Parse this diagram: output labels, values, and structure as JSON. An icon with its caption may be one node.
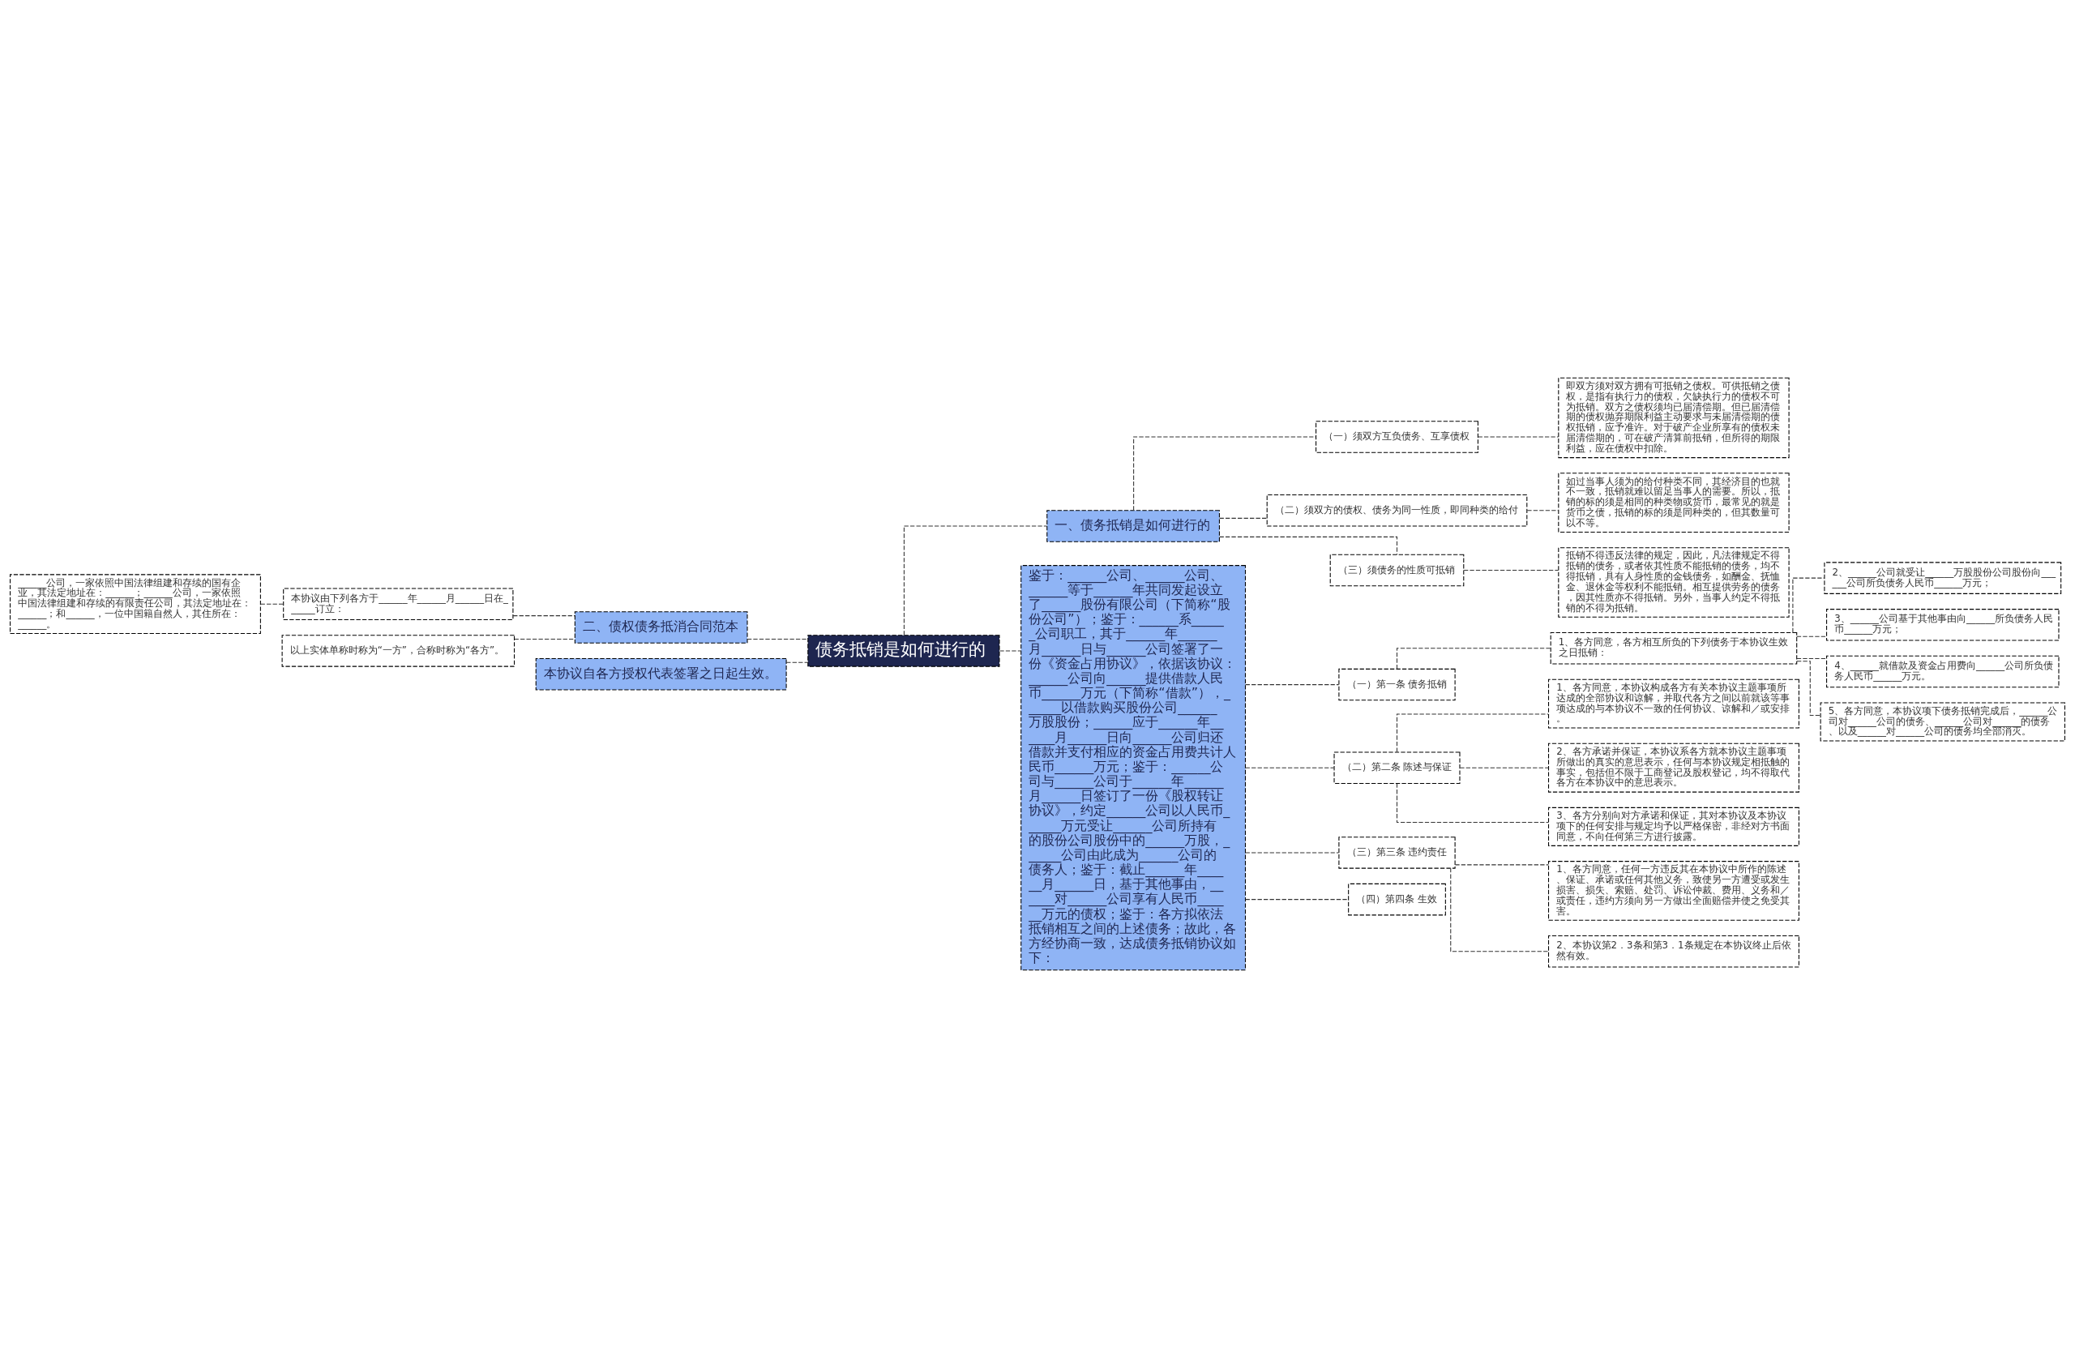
{
  "diagram": {
    "nodes": [
      {
        "text": [
          "债务抵销是如何进行的"
        ]
      },
      {
        "text": [
          "一、债务抵销是如何进行的"
        ]
      },
      {
        "text": [
          "（一）须双方互负债务、互享债权"
        ]
      },
      {
        "text": [
          "即双方须对双方拥有可抵销之债权。可供抵销之债权，是指有执行力的债权，欠缺执行力的债权不可为抵销。双方之债权须均已届清偿期。但已届清偿期的债权抛弃期限利益主动要求与未届清偿期的债权抵销，应予准许。对于破产企业所享有的债权未届清偿期的，可在破产清算前抵销，但所得的期限利益，应在债权中扣除。"
        ]
      },
      {
        "text": [
          "（二）须双方的债权、债务为同一性质，即同种类的给付"
        ]
      },
      {
        "text": [
          "如过当事人须为的给付种类不同，其经济目的也就不一致，抵销就难以留足当事人的需要。所以，抵销的标的须是相同的种类物或货币，最常见的就是货币之债，抵销的标的须是同种类的，但其数量可以不等。"
        ]
      },
      {
        "text": [
          "（三）须债务的性质可抵销"
        ]
      },
      {
        "text": [
          "抵销不得违反法律的规定，因此，凡法律规定不得抵销的债务，或者依其性质不能抵销的债务，均不得抵销，具有人身性质的金钱债务，如酬金、抚恤金、退休金等权利不能抵销。相互提供劳务的债务，因其性质亦不得抵销。另外，当事人约定不得抵销的不得为抵销。"
        ]
      },
      {
        "text": [
          "鉴于：______公司、______公司、______等于______年共同发起设立了______股份有限公司（下简称“股份公司”）；鉴于：______系______公司职工，其于______年______月______日与______公司签署了一份《资金占用协议》，依据该协议：______公司向______提供借款人民币______万元（下简称“借款”），______以借款购买股份公司______万股股份；______应于______年______月______日向______公司归还借款并支付相应的资金占用费共计人民币______万元；鉴于：______公司与______公司于______年______月______日签订了一份《股权转让协议》，约定______公司以人民币______万元受让______公司所持有的股份公司股份中的______万股，______公司由此成为______公司的债务人；鉴于：截止______年______月______日，基于其他事由，______对______公司享有人民币______万元的债权；鉴于：各方拟依法抵销相互之间的上述债务；故此，各方经协商一致，达成债务抵销协议如下："
        ]
      },
      {
        "text": [
          "（一）第一条 债务抵销"
        ]
      },
      {
        "text": [
          "1、各方同意，各方相互所负的下列债务于本协议生效之日抵销："
        ]
      },
      {
        "text": [
          "2、______公司就受让______万股股份公司股份向______公司所负债务人民币______万元；"
        ]
      },
      {
        "text": [
          "3、______公司基于其他事由向______所负债务人民币______万元；"
        ]
      },
      {
        "text": [
          "4、______就借款及资金占用费向______公司所负债务人民币______万元。"
        ]
      },
      {
        "text": [
          "5、各方同意，本协议项下债务抵销完成后，______公司对______公司的债务、______公司对______的债务、以及______对______公司的债务均全部消灭。"
        ]
      },
      {
        "text": [
          "（二）第二条 陈述与保证"
        ]
      },
      {
        "text": [
          "1、各方同意，本协议构成各方有关本协议主题事项所达成的全部协议和谅解，并取代各方之间以前就该等事项达成的与本协议不一致的任何协议、谅解和／或安排。"
        ]
      },
      {
        "text": [
          "2、各方承诺并保证，本协议系各方就本协议主题事项所做出的真实的意思表示，任何与本协议规定相抵触的事实，包括但不限于工商登记及股权登记，均不得取代各方在本协议中的意思表示。"
        ]
      },
      {
        "text": [
          "3、各方分别向对方承诺和保证，其对本协议及本协议项下的任何安排与规定均予以严格保密，非经对方书面同意，不向任何第三方进行披露。"
        ]
      },
      {
        "text": [
          "（三）第三条 违约责任"
        ]
      },
      {
        "text": [
          "1、各方同意，任何一方违反其在本协议中所作的陈述、保证、承诺或任何其他义务，致使另一方遭受或发生损害、损失、索赔、处罚、诉讼仲裁、费用、义务和／或责任，违约方须向另一方做出全面赔偿并使之免受其害。"
        ]
      },
      {
        "text": [
          "2、本协议第2．3条和第3．1条规定在本协议终止后依然有效。"
        ]
      },
      {
        "text": [
          "（四）第四条 生效"
        ]
      },
      {
        "text": [
          "二、债权债务抵消合同范本"
        ]
      },
      {
        "text": [
          "本协议由下列各方于______年______月______日在______订立："
        ]
      },
      {
        "text": [
          "______公司，一家依照中国法律组建和存续的国有企业，其法定地址在：______；______公司，一家依照中国法律组建和存续的有限责任公司，其法定地址在：______；和______，一位中国籍自然人，其住所在：______。"
        ]
      },
      {
        "text": [
          "以上实体单称时称为“一方”，合称时称为“各方”。"
        ]
      },
      {
        "text": [
          "本协议自各方授权代表签署之日起生效。"
        ]
      }
    ],
    "edges": [
      {
        "from": 0,
        "to": 1,
        "arrow": "none"
      },
      {
        "from": 1,
        "to": 2,
        "arrow": "none"
      },
      {
        "from": 2,
        "to": 3,
        "arrow": "none"
      },
      {
        "from": 1,
        "to": 4,
        "arrow": "none"
      },
      {
        "from": 4,
        "to": 5,
        "arrow": "none"
      },
      {
        "from": 1,
        "to": 6,
        "arrow": "none"
      },
      {
        "from": 6,
        "to": 7,
        "arrow": "none"
      },
      {
        "from": 0,
        "to": 8,
        "arrow": "none"
      },
      {
        "from": 8,
        "to": 9,
        "arrow": "none"
      },
      {
        "from": 9,
        "to": 10,
        "arrow": "none"
      },
      {
        "from": 10,
        "to": 11,
        "arrow": "none"
      },
      {
        "from": 10,
        "to": 12,
        "arrow": "none"
      },
      {
        "from": 10,
        "to": 13,
        "arrow": "none"
      },
      {
        "from": 10,
        "to": 14,
        "arrow": "none"
      },
      {
        "from": 8,
        "to": 15,
        "arrow": "none"
      },
      {
        "from": 15,
        "to": 16,
        "arrow": "none"
      },
      {
        "from": 15,
        "to": 17,
        "arrow": "none"
      },
      {
        "from": 15,
        "to": 18,
        "arrow": "none"
      },
      {
        "from": 8,
        "to": 19,
        "arrow": "none"
      },
      {
        "from": 19,
        "to": 20,
        "arrow": "none"
      },
      {
        "from": 19,
        "to": 21,
        "arrow": "none"
      },
      {
        "from": 8,
        "to": 22,
        "arrow": "none"
      },
      {
        "from": 0,
        "to": 23,
        "arrow": "none"
      },
      {
        "from": 23,
        "to": 24,
        "arrow": "none"
      },
      {
        "from": 24,
        "to": 25,
        "arrow": "none"
      },
      {
        "from": 23,
        "to": 26,
        "arrow": "none"
      },
      {
        "from": 0,
        "to": 27,
        "arrow": "none"
      }
    ]
  }
}
